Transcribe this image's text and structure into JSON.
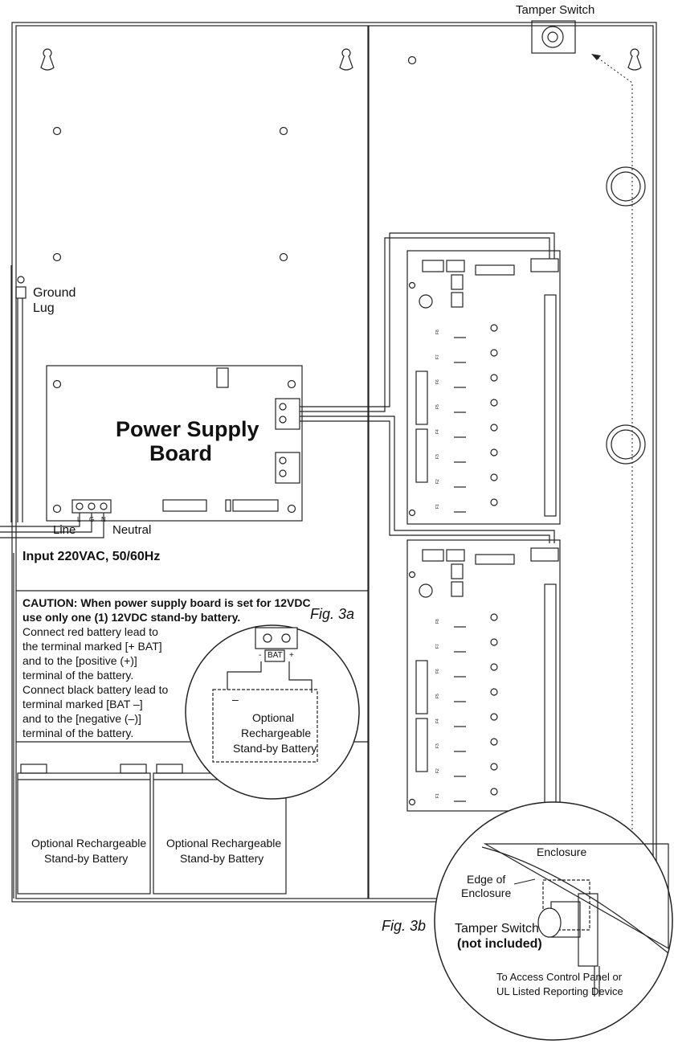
{
  "labels": {
    "tamper_switch_top": "Tamper Switch",
    "ground_lug": [
      "Ground",
      "Lug"
    ],
    "power_supply_board": [
      "Power Supply",
      "Board"
    ],
    "line": "Line",
    "neutral": "Neutral",
    "terminal_lgn": [
      "L",
      "G",
      "N"
    ],
    "input": "Input 220VAC, 50/60Hz",
    "fig3a": "Fig. 3a",
    "fig3b": "Fig. 3b",
    "bat_terminal": [
      "-",
      "BAT",
      "+"
    ],
    "battery_minus_sign": "–",
    "optional_battery_3a": [
      "Optional",
      "Rechargeable",
      "Stand-by Battery"
    ],
    "optional_battery_left": [
      "Optional Rechargeable",
      "Stand-by Battery"
    ],
    "optional_battery_right": [
      "Optional Rechargeable",
      "Stand-by Battery"
    ],
    "enclosure": "Enclosure",
    "edge_of_enclosure": [
      "Edge of",
      "Enclosure"
    ],
    "tamper_switch_detail": [
      "Tamper Switch",
      "(not included)"
    ],
    "access_panel": [
      "To Access Control Panel or",
      "UL Listed Reporting Device"
    ]
  },
  "caution": {
    "heading": [
      "CAUTION: When power supply board is set for 12VDC",
      "use only one (1) 12VDC stand-by battery."
    ],
    "body": [
      "Connect red battery lead to",
      "the terminal marked [+ BAT]",
      "and to the [positive (+)]",
      "terminal of the battery.",
      "Connect black battery lead to",
      "terminal marked [BAT –]",
      "and to the [negative (–)]",
      "terminal of the battery."
    ]
  },
  "relay_board": {
    "fuse_labels": [
      "F8",
      "F7",
      "F6",
      "F5",
      "F4",
      "F3",
      "F2",
      "F1"
    ]
  },
  "colors": {
    "line": "#222222",
    "panel_bg": "#ffffff"
  }
}
